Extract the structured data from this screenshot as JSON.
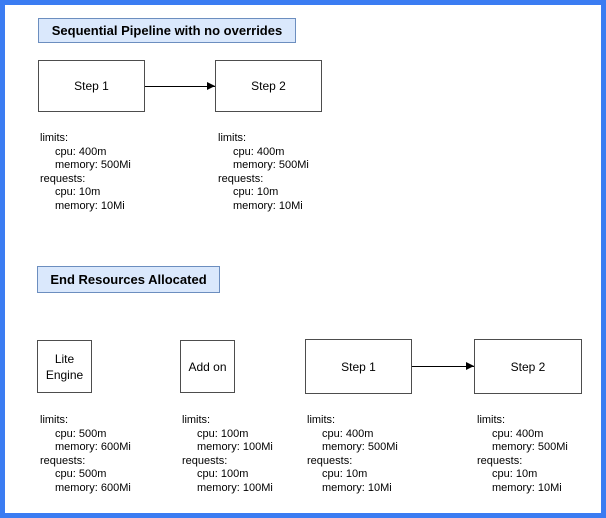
{
  "colors": {
    "outer_border": "#3b7cf2",
    "title_fill": "#dae8fc",
    "title_stroke": "#6c8ebf",
    "node_stroke": "#4d4d4d",
    "arrow": "#000000",
    "background": "#ffffff",
    "text": "#000000"
  },
  "section_top": {
    "title": "Sequential Pipeline with no overrides",
    "nodes": {
      "step1": "Step 1",
      "step2": "Step 2"
    },
    "resources": {
      "step1": {
        "limits_label": "limits:",
        "limits_cpu": "cpu: 400m",
        "limits_memory": "memory: 500Mi",
        "requests_label": "requests:",
        "requests_cpu": "cpu: 10m",
        "requests_memory": "memory: 10Mi"
      },
      "step2": {
        "limits_label": "limits:",
        "limits_cpu": "cpu: 400m",
        "limits_memory": "memory: 500Mi",
        "requests_label": "requests:",
        "requests_cpu": "cpu: 10m",
        "requests_memory": "memory: 10Mi"
      }
    }
  },
  "section_bottom": {
    "title": "End Resources Allocated",
    "nodes": {
      "lite_engine_line1": "Lite",
      "lite_engine_line2": "Engine",
      "addon": "Add on",
      "step1": "Step 1",
      "step2": "Step 2"
    },
    "resources": {
      "lite_engine": {
        "limits_label": "limits:",
        "limits_cpu": "cpu: 500m",
        "limits_memory": "memory: 600Mi",
        "requests_label": "requests:",
        "requests_cpu": "cpu: 500m",
        "requests_memory": "memory: 600Mi"
      },
      "addon": {
        "limits_label": "limits:",
        "limits_cpu": "cpu: 100m",
        "limits_memory": "memory: 100Mi",
        "requests_label": "requests:",
        "requests_cpu": "cpu: 100m",
        "requests_memory": "memory: 100Mi"
      },
      "step1": {
        "limits_label": "limits:",
        "limits_cpu": "cpu: 400m",
        "limits_memory": "memory: 500Mi",
        "requests_label": "requests:",
        "requests_cpu": "cpu: 10m",
        "requests_memory": "memory: 10Mi"
      },
      "step2": {
        "limits_label": "limits:",
        "limits_cpu": "cpu: 400m",
        "limits_memory": "memory: 500Mi",
        "requests_label": "requests:",
        "requests_cpu": "cpu: 10m",
        "requests_memory": "memory: 10Mi"
      }
    }
  }
}
